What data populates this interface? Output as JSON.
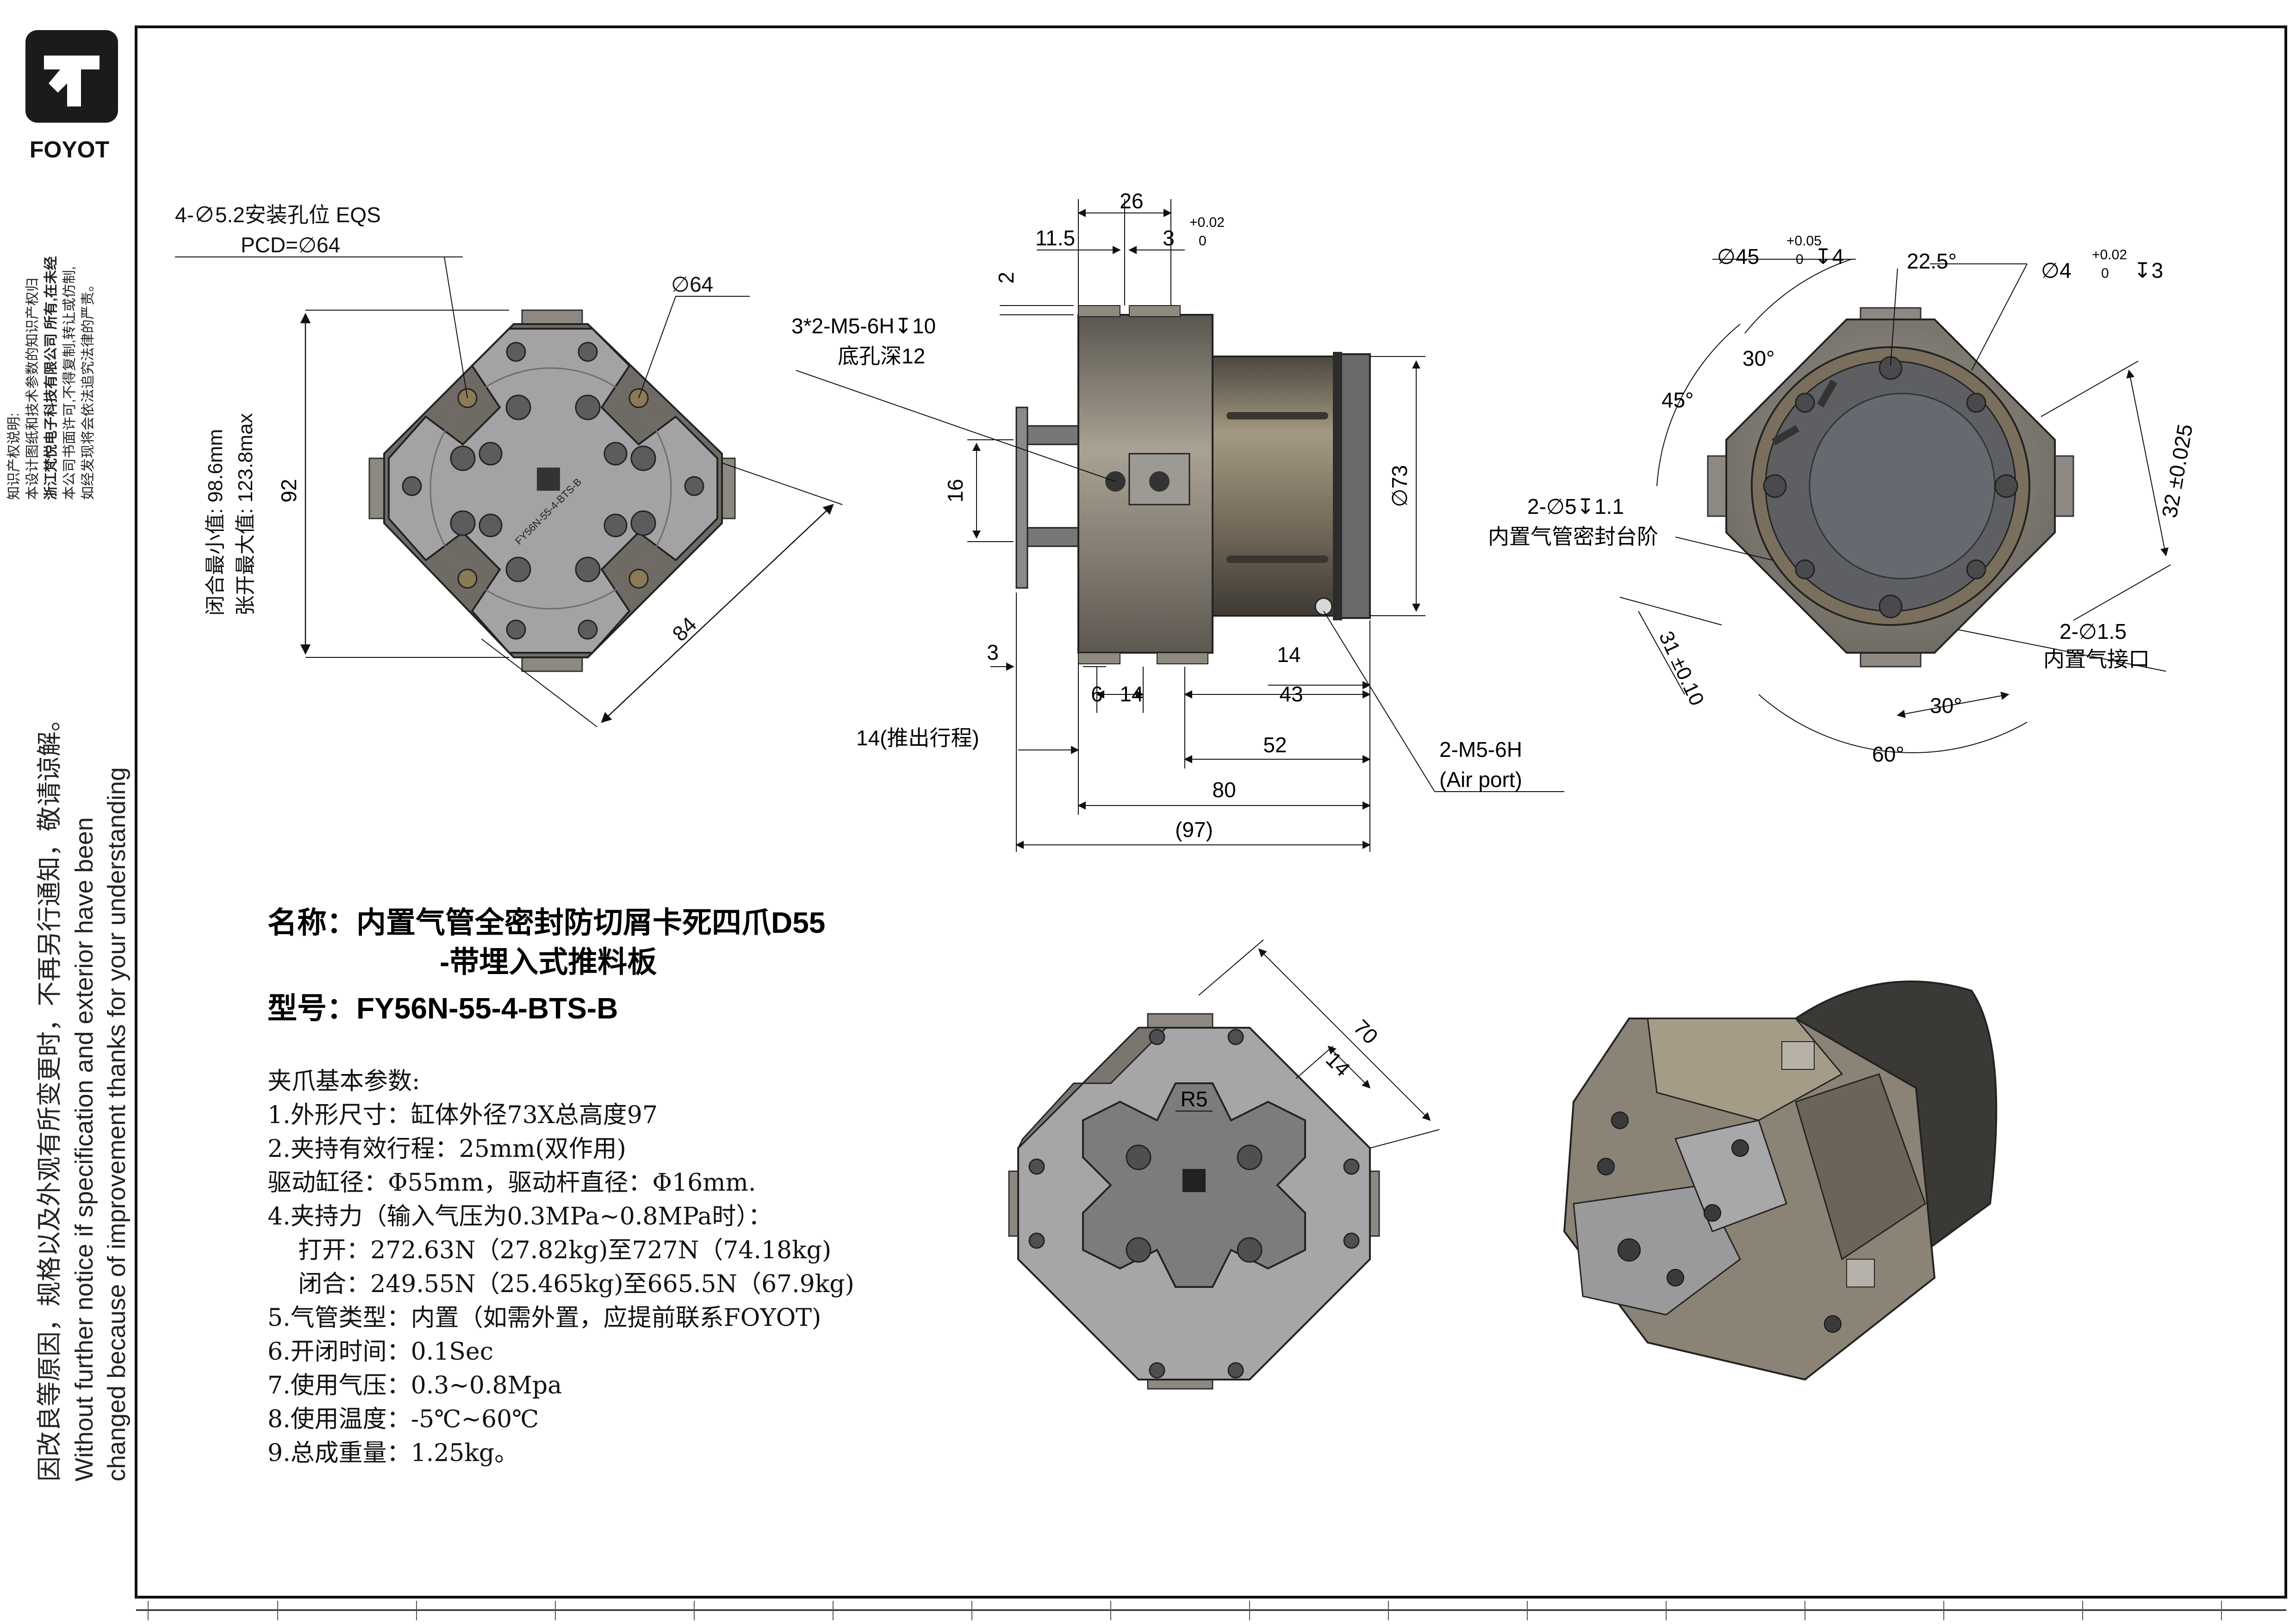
{
  "brand": {
    "name": "FOYOT",
    "logo_color": "#1b1b1b"
  },
  "copyright_notice": {
    "title": "知识产权说明:",
    "line1": "本设计图纸和技术参数的知识产权归",
    "line2": "浙江梵悦电子科技有限公司 所有,在未经",
    "line3": "本公司书面许可,不得复制,转让或仿制,",
    "line4": "如经发现将会依法追究法律的严责。"
  },
  "disclaimer": {
    "cn": "因改良等原因，规格以及外观有所变更时，不再另行通知，敬请谅解。",
    "en1": "Without further notice if specification and exterior have been",
    "en2": "changed because of improvement thanks for your understanding"
  },
  "front_view": {
    "holes_note_1": "4-∅5.2安装孔位 EQS",
    "holes_note_2": "PCD=∅64",
    "dia_64": "∅64",
    "dim_92": "92",
    "dim_84": "84",
    "closed_min": "闭合最小值: 98.6mm",
    "open_max": "张开最大值: 123.8max",
    "plate_text": "FY56N-55-4-BTS-B"
  },
  "side_view": {
    "dim_26": "26",
    "dim_11_5": "11.5",
    "dim_3_top": "3",
    "tol_upper": "+0.02",
    "tol_lower": "0",
    "dim_2": "2",
    "thread_note_1": "3*2-M5-6H↧10",
    "thread_note_2": "底孔深12",
    "dim_16": "16",
    "dia_73": "∅73",
    "dim_3_left": "3",
    "dim_14_right": "14",
    "dim_6": "6",
    "dim_14_mid": "14",
    "dim_43": "43",
    "push_stroke": "14(推出行程)",
    "dim_52": "52",
    "dim_80": "80",
    "dim_97": "(97)",
    "air_port_1": "2-M5-6H",
    "air_port_2": "(Air port)"
  },
  "rear_view": {
    "bore_45": "∅45",
    "bore_45_tol_upper": "+0.05",
    "bore_45_tol_lower": "0",
    "bore_45_depth": "↧4",
    "angle_22_5": "22.5°",
    "pin_4": "∅4",
    "pin_4_tol_upper": "+0.02",
    "pin_4_tol_lower": "0",
    "pin_4_depth": "↧3",
    "angle_30_top": "30°",
    "angle_45": "45°",
    "seal_step_1": "2-∅5↧1.1",
    "seal_step_2": "内置气管密封台阶",
    "dim_32": "32 ±0.025",
    "dim_31": "31 ±0.10",
    "air_inlet_1": "2-∅1.5",
    "air_inlet_2": "内置气接口",
    "angle_30_bottom": "30°",
    "angle_60": "60°"
  },
  "product": {
    "name_line1": "名称：内置气管全密封防切屑卡死四爪D55",
    "name_line2": "-带埋入式推料板",
    "model": "型号：FY56N-55-4-BTS-B"
  },
  "params": {
    "heading": "夹爪基本参数:",
    "items": [
      "1.外形尺寸：缸体外径73X总高度97",
      "2.夹持有效行程：25mm(双作用)",
      "驱动缸径：Φ55mm，驱动杆直径：Φ16mm.",
      "4.夹持力（输入气压为0.3MPa~0.8MPa时）：",
      "    打开：272.63N（27.82kg)至727N（74.18kg)",
      "    闭合：249.55N（25.465kg)至665.5N（67.9kg)",
      "5.气管类型：内置（如需外置，应提前联系FOYOT)",
      "6.开闭时间：0.1Sec",
      "7.使用气压：0.3~0.8Mpa",
      "8.使用温度：-5℃~60℃",
      "9.总成重量：1.25kg。"
    ]
  },
  "bottom_view": {
    "dim_70": "70",
    "dim_14": "14",
    "r5": "R5"
  },
  "colors": {
    "body_light": "#9a9690",
    "body_mid": "#7f7a72",
    "body_dark": "#4e4a44",
    "bronze": "#8a7d62",
    "plate": "#a9a9ab",
    "line": "#111111"
  }
}
